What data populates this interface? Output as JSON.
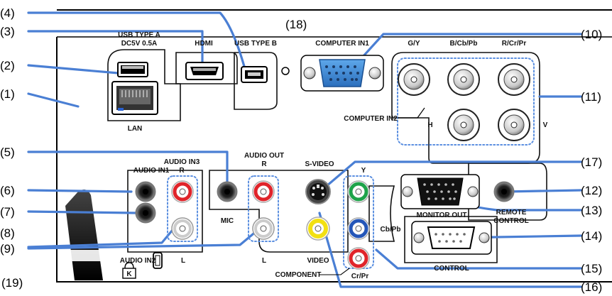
{
  "labels": {
    "usb_type_a": "USB TYPE A",
    "dc5v": "DC5V 0.5A",
    "hdmi": "HDMI",
    "usb_type_b": "USB TYPE B",
    "computer_in1": "COMPUTER IN1",
    "gy": "G/Y",
    "bcbpb": "B/Cb/Pb",
    "rcrpr": "R/Cr/Pr",
    "lan": "LAN",
    "computer_in2": "COMPUTER IN2",
    "h": "H",
    "v": "V",
    "audio_in1": "AUDIO IN1",
    "audio_in3": "AUDIO IN3",
    "audio_in3_r": "R",
    "audio_out": "AUDIO OUT",
    "audio_out_r": "R",
    "svideo": "S-VIDEO",
    "y": "Y",
    "cbpb": "Cb/Pb",
    "mic": "MIC",
    "audio_in2": "AUDIO IN2",
    "audio_in3_l": "L",
    "audio_out_l": "L",
    "video": "VIDEO",
    "monitor_out": "MONITOR OUT",
    "remote": "REMOTE",
    "control_word": "CONTROL",
    "control": "CONTROL",
    "component": "COMPONENT",
    "crpr": "Cr/Pr",
    "kensington": "K"
  },
  "callouts": {
    "c1": "(1)",
    "c2": "(2)",
    "c3": "(3)",
    "c4": "(4)",
    "c5": "(5)",
    "c6": "(6)",
    "c7": "(7)",
    "c8": "(8)",
    "c9": "(9)",
    "c10": "(10)",
    "c11": "(11)",
    "c12": "(12)",
    "c13": "(13)",
    "c14": "(14)",
    "c15": "(15)",
    "c16": "(16)",
    "c17": "(17)",
    "c18": "(18)",
    "c19": "(19)"
  },
  "colors": {
    "leader": "#4a7fd4",
    "vga_blue": "#3b8ad6",
    "rca_red": "#e0242a",
    "rca_green": "#1ea34a",
    "rca_blue": "#2456b8",
    "rca_yellow": "#f2e012",
    "rca_white": "#ffffff"
  }
}
